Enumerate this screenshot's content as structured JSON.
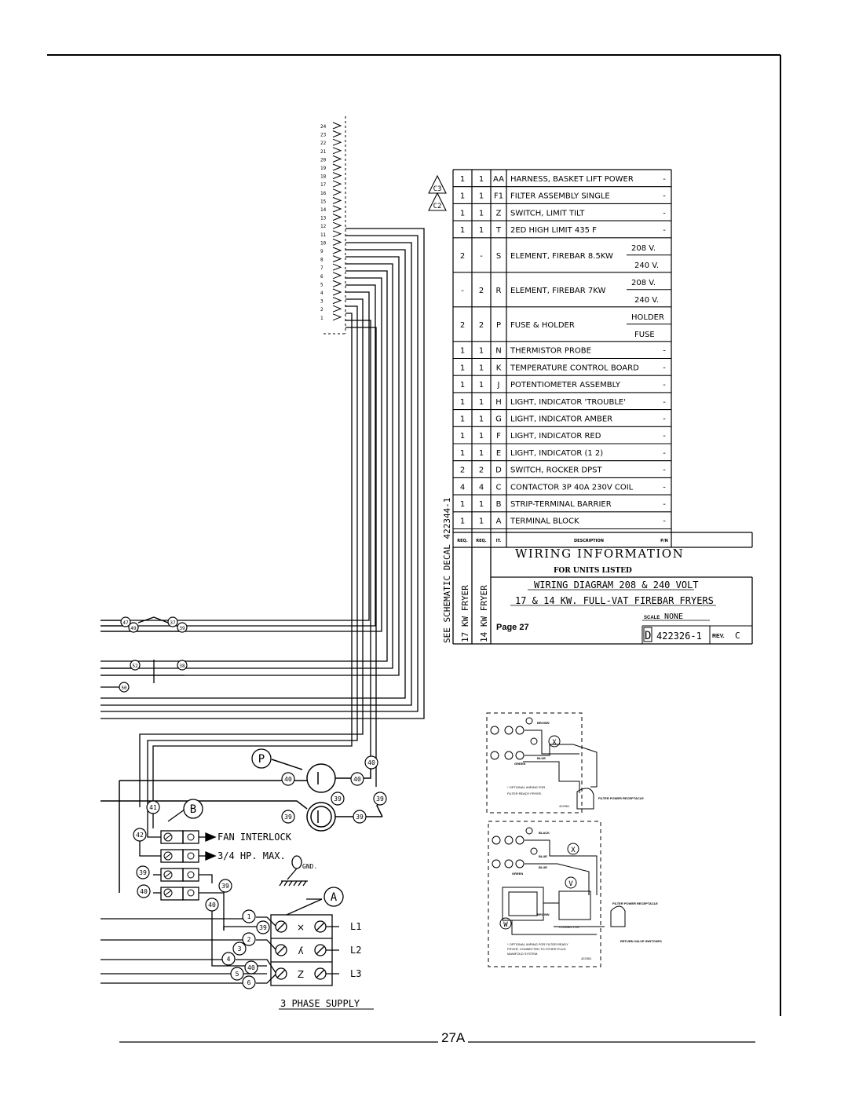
{
  "parts_table": {
    "rows": [
      {
        "qty17": "1",
        "qty14": "1",
        "item": "AA",
        "desc": "HARNESS, BASKET LIFT POWER",
        "pn": "-",
        "rev": "C3"
      },
      {
        "qty17": "1",
        "qty14": "1",
        "item": "F1",
        "desc": "FILTER ASSEMBLY SINGLE",
        "pn": "-",
        "rev": "C2"
      },
      {
        "qty17": "1",
        "qty14": "1",
        "item": "Z",
        "desc": "SWITCH, LIMIT TILT",
        "pn": "-",
        "rev": ""
      },
      {
        "qty17": "1",
        "qty14": "1",
        "item": "T",
        "desc": "2ED HIGH LIMIT 435 F",
        "pn": "-",
        "rev": ""
      },
      {
        "qty17": "2",
        "qty14": "-",
        "item": "S",
        "desc": "ELEMENT, FIREBAR 8.5KW",
        "pn": "",
        "rev": "",
        "sub": [
          "208 V.",
          "240 V."
        ]
      },
      {
        "qty17": "-",
        "qty14": "2",
        "item": "R",
        "desc": "ELEMENT, FIREBAR 7KW",
        "pn": "",
        "rev": "",
        "sub": [
          "208 V.",
          "240 V."
        ]
      },
      {
        "qty17": "2",
        "qty14": "2",
        "item": "P",
        "desc": "FUSE & HOLDER",
        "pn": "",
        "rev": "",
        "sub": [
          "HOLDER",
          "FUSE"
        ]
      },
      {
        "qty17": "1",
        "qty14": "1",
        "item": "N",
        "desc": "THERMISTOR PROBE",
        "pn": "-",
        "rev": ""
      },
      {
        "qty17": "1",
        "qty14": "1",
        "item": "K",
        "desc": "TEMPERATURE CONTROL BOARD",
        "pn": "-",
        "rev": ""
      },
      {
        "qty17": "1",
        "qty14": "1",
        "item": "J",
        "desc": "POTENTIOMETER ASSEMBLY",
        "pn": "-",
        "rev": ""
      },
      {
        "qty17": "1",
        "qty14": "1",
        "item": "H",
        "desc": "LIGHT, INDICATOR 'TROUBLE'",
        "pn": "-",
        "rev": ""
      },
      {
        "qty17": "1",
        "qty14": "1",
        "item": "G",
        "desc": "LIGHT, INDICATOR AMBER",
        "pn": "-",
        "rev": ""
      },
      {
        "qty17": "1",
        "qty14": "1",
        "item": "F",
        "desc": "LIGHT, INDICATOR RED",
        "pn": "-",
        "rev": ""
      },
      {
        "qty17": "1",
        "qty14": "1",
        "item": "E",
        "desc": "LIGHT, INDICATOR (1 2)",
        "pn": "-",
        "rev": ""
      },
      {
        "qty17": "2",
        "qty14": "2",
        "item": "D",
        "desc": "SWITCH, ROCKER DPST",
        "pn": "-",
        "rev": ""
      },
      {
        "qty17": "4",
        "qty14": "4",
        "item": "C",
        "desc": "CONTACTOR 3P 40A 230V COIL",
        "pn": "-",
        "rev": ""
      },
      {
        "qty17": "1",
        "qty14": "1",
        "item": "B",
        "desc": "STRIP-TERMINAL BARRIER",
        "pn": "-",
        "rev": ""
      },
      {
        "qty17": "1",
        "qty14": "1",
        "item": "A",
        "desc": "TERMINAL BLOCK",
        "pn": "-",
        "rev": ""
      }
    ],
    "headers": {
      "qty17": "REQ.",
      "qty14": "REQ.",
      "item": "IT.",
      "desc": "DESCRIPTION",
      "pn": "P/N"
    }
  },
  "title_block": {
    "side_note": "SEE SCHEMATIC DECAL 422344-1",
    "col_17": "17 KW FRYER",
    "col_14": "14 KW FRYER",
    "heading": "WIRING INFORMATION",
    "subheading": "FOR UNITS LISTED",
    "diagram_line1": "WIRING DIAGRAM 208 & 240 VOLT",
    "diagram_line2": "17 & 14 KW. FULL-VAT FIREBAR FRYERS",
    "page": "Page 27",
    "scale_label": "SCALE",
    "scale_value": "NONE",
    "drawing_size": "D",
    "drawing_number": "422326-1",
    "rev_label": "REV.",
    "rev_value": "C"
  },
  "connector": {
    "pins": [
      "24",
      "23",
      "22",
      "21",
      "20",
      "19",
      "18",
      "17",
      "16",
      "15",
      "14",
      "13",
      "12",
      "11",
      "10",
      "9",
      "8",
      "7",
      "6",
      "5",
      "4",
      "3",
      "2",
      "1"
    ]
  },
  "schematic": {
    "wire_labels_top": [
      "47",
      "49",
      "37",
      "39",
      "52",
      "38",
      "50"
    ],
    "fuse_label": "P",
    "fuse_wires": [
      "40",
      "40",
      "40",
      "39",
      "39",
      "39",
      "39"
    ],
    "terminal_label": "B",
    "left_wires": [
      "41",
      "42",
      "39",
      "40",
      "40",
      "39"
    ],
    "fan_interlock": "FAN INTERLOCK",
    "fan_hp": "3/4 HP. MAX.",
    "ground": "GND.",
    "terminal_block_label": "A",
    "supply_wires": [
      "1",
      "2",
      "3",
      "4",
      "5",
      "6"
    ],
    "block_wires": [
      "39",
      "40"
    ],
    "phase_labels": [
      "L1",
      "L2",
      "L3"
    ],
    "supply_label": "3 PHASE SUPPLY"
  },
  "inset_top": {
    "wire_labels": [
      "BROWN",
      "BLUE",
      "GREEN"
    ],
    "component": "X",
    "note_line1": "* OPTIONAL WIRING FOR",
    "note_line2": "FILTER READY FRYER.",
    "part_number": "422361",
    "receptacle": "FILTER POWER RECEPTACLE"
  },
  "inset_bottom": {
    "wire_labels": [
      "BLACK",
      "BLUE",
      "BLUE",
      "GREEN",
      "BROWN"
    ],
    "components": [
      "X",
      "V",
      "W"
    ],
    "connector_label": "CONNECTOR",
    "note_line1": "* OPTIONAL WIRING FOR FILTER READY",
    "note_line2": "FRYER, CONNECTED TO OTHER PLUG",
    "note_line3": "MANIFOLD SYSTEM.",
    "part_number": "422361",
    "receptacle": "FILTER POWER RECEPTACLE",
    "switches": "RETURN VALVE SWITCHES"
  },
  "footer": {
    "page_number": "27A"
  }
}
